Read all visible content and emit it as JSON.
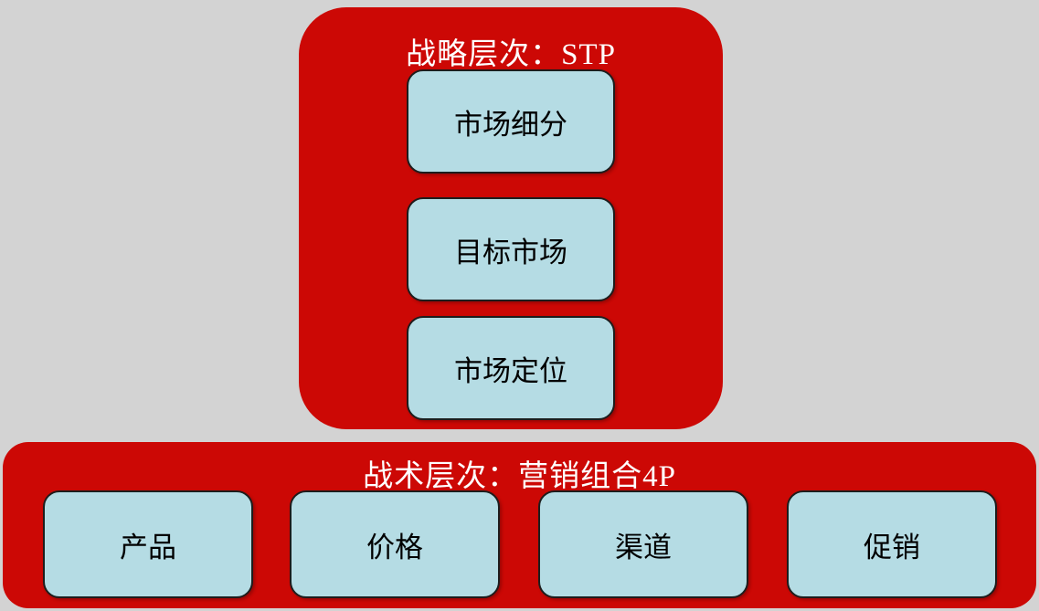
{
  "colors": {
    "background": "#d3d3d3",
    "container_red": "#cc0805",
    "box_fill": "#b5dce4",
    "box_border": "#1d1d1d",
    "title_text": "#ffffff",
    "box_text": "#000000"
  },
  "strategy_section": {
    "title": "战略层次：STP",
    "items": [
      {
        "label": "市场细分"
      },
      {
        "label": "目标市场"
      },
      {
        "label": "市场定位"
      }
    ]
  },
  "tactic_section": {
    "title": "战术层次：营销组合4P",
    "items": [
      {
        "label": "产品"
      },
      {
        "label": "价格"
      },
      {
        "label": "渠道"
      },
      {
        "label": "促销"
      }
    ]
  }
}
